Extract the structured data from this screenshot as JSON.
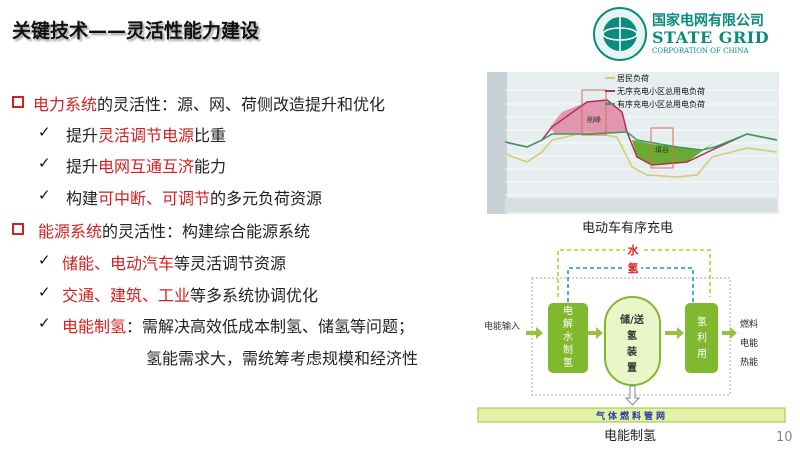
{
  "title": "关键技术——灵活性能力建设",
  "logo": {
    "cn": "国家电网有限公司",
    "en": "STATE GRID",
    "en2": "CORPORATION OF CHINA"
  },
  "bullets": [
    {
      "type": "square",
      "segs": [
        {
          "t": "电力系统",
          "red": true
        },
        {
          "t": "的灵活性：源、网、荷侧改造提升和优化",
          "red": false
        }
      ]
    },
    {
      "type": "check",
      "segs": [
        {
          "t": "提升",
          "red": false
        },
        {
          "t": "灵活调节电源",
          "red": true
        },
        {
          "t": "比重",
          "red": false
        }
      ]
    },
    {
      "type": "check",
      "segs": [
        {
          "t": "提升",
          "red": false
        },
        {
          "t": "电网互通互济",
          "red": true
        },
        {
          "t": "能力",
          "red": false
        }
      ]
    },
    {
      "type": "check",
      "segs": [
        {
          "t": "构建",
          "red": false
        },
        {
          "t": "可中断、可调节",
          "red": true
        },
        {
          "t": "的多元负荷资源",
          "red": false
        }
      ]
    },
    {
      "type": "square",
      "segs": [
        {
          "t": "能源系统",
          "red": true
        },
        {
          "t": "的灵活性：构建综合能源系统",
          "red": false
        }
      ]
    },
    {
      "type": "check",
      "segs": [
        {
          "t": "储能、电动汽车",
          "red": true
        },
        {
          "t": "等灵活调节资源",
          "red": false
        }
      ]
    },
    {
      "type": "check",
      "segs": [
        {
          "t": "交通、建筑、工业",
          "red": true
        },
        {
          "t": "等多系统协调优化",
          "red": false
        }
      ]
    },
    {
      "type": "check",
      "segs": [
        {
          "t": "电能制氢",
          "red": true
        },
        {
          "t": "：需解决高效低成本制氢、储氢等问题；",
          "red": false
        }
      ]
    },
    {
      "type": "none",
      "segs": [
        {
          "t": "氢能需求大，需统筹考虑规模和经济性",
          "red": false
        }
      ]
    }
  ],
  "check_glyph": "✓",
  "ev_chart": {
    "legend": [
      "居民负荷",
      "无序充电小区总用电负荷",
      "有序充电小区总用电负荷"
    ],
    "peak_label": "削峰",
    "valley_label": "填谷",
    "caption": "电动车有序充电",
    "colors": {
      "resident": "#d8c870",
      "unordered": "#b03050",
      "ordered": "#3a9a60"
    }
  },
  "h2": {
    "water": "水",
    "hydrogen": "氢",
    "input": "电能输入",
    "electrolysis": "电解水制氢",
    "storage": [
      "储/送",
      "氢",
      "装",
      "置"
    ],
    "use": "氢利用",
    "outputs": [
      "燃料",
      "电能",
      "热能"
    ],
    "pipe": "气体燃料管网",
    "caption": "电能制氢"
  },
  "page_number": "10"
}
